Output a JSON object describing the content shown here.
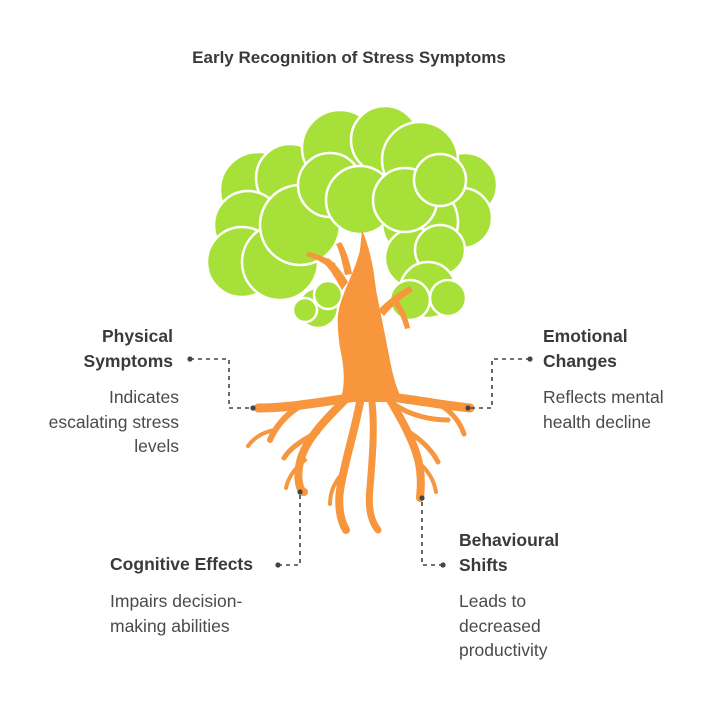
{
  "title": "Early Recognition of Stress Symptoms",
  "colors": {
    "foliage": "#a8e03a",
    "foliage_outline": "#ffffff",
    "trunk": "#f7963d",
    "connector": "#444444",
    "text": "#3a3a3a"
  },
  "items": [
    {
      "heading_line1": "Physical",
      "heading_line2": "Symptoms",
      "desc_line1": "Indicates",
      "desc_line2": "escalating stress",
      "desc_line3": "levels"
    },
    {
      "heading_line1": "Emotional",
      "heading_line2": "Changes",
      "desc_line1": "Reflects mental",
      "desc_line2": "health decline"
    },
    {
      "heading_line1": "Cognitive Effects",
      "desc_line1": "Impairs decision-",
      "desc_line2": "making abilities"
    },
    {
      "heading_line1": "Behavioural",
      "heading_line2": "Shifts",
      "desc_line1": "Leads to",
      "desc_line2": "decreased",
      "desc_line3": "productivity"
    }
  ]
}
